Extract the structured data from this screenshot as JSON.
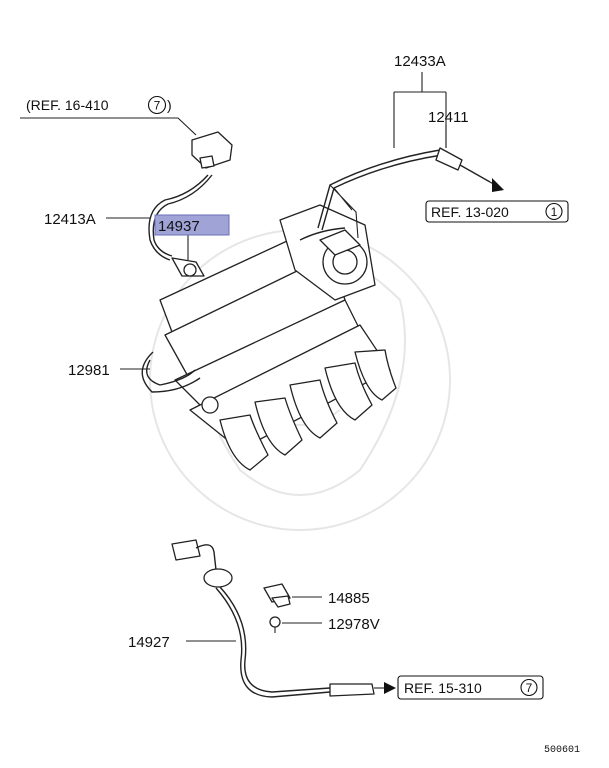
{
  "labels": {
    "p12433a": "12433A",
    "p12411": "12411",
    "p12413a": "12413A",
    "p14937": "14937",
    "p12981": "12981",
    "p14885": "14885",
    "p12978v": "12978V",
    "p14927": "14927"
  },
  "refs": {
    "ref1": {
      "text": "(REF. 16-410",
      "num": "7"
    },
    "ref2": {
      "text": "REF. 13-020",
      "num": "1"
    },
    "ref3": {
      "text": "REF. 15-310",
      "num": "7"
    }
  },
  "highlight_color": "#9fa3d6",
  "diagram_id": "500601"
}
